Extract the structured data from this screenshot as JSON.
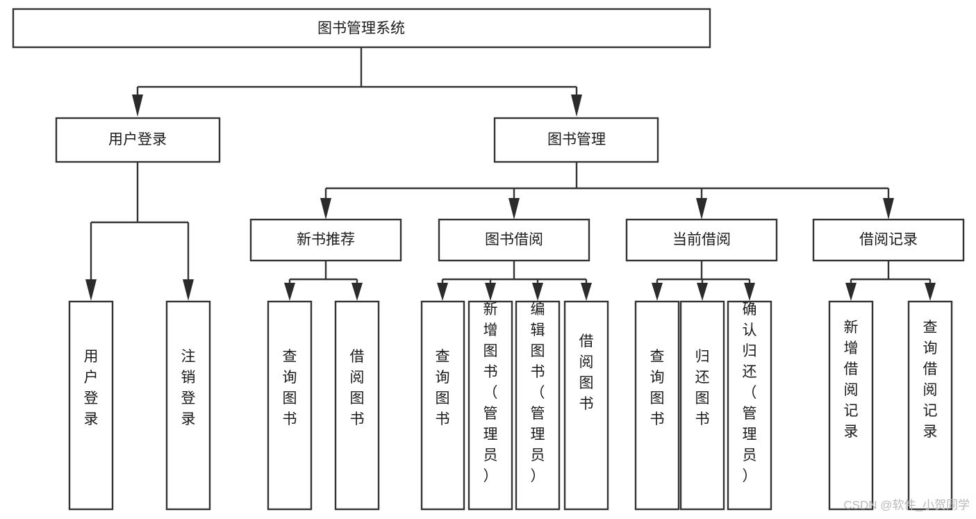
{
  "diagram": {
    "title": "图书管理系统",
    "type": "tree-hierarchy",
    "orientation": "top-down",
    "colors": {
      "box_stroke": "#333333",
      "box_fill": "#ffffff",
      "connector": "#333333",
      "arrow": "#2b2b2b",
      "text": "#1a1a1a",
      "watermark": "#b9b9b9",
      "background": "#ffffff"
    },
    "root": {
      "label": "图书管理系统"
    },
    "level2": [
      {
        "label": "用户登录"
      },
      {
        "label": "图书管理"
      }
    ],
    "level3": [
      {
        "label": "新书推荐"
      },
      {
        "label": "图书借阅"
      },
      {
        "label": "当前借阅"
      },
      {
        "label": "借阅记录"
      }
    ],
    "leaves": {
      "user_login": [
        {
          "label": "用户登录"
        },
        {
          "label": "注销登录"
        }
      ],
      "new_book_recommend": [
        {
          "label": "查询图书"
        },
        {
          "label": "借阅图书"
        }
      ],
      "book_borrow": [
        {
          "label": "查询图书"
        },
        {
          "label": "新增图书（管理员）"
        },
        {
          "label": "编辑图书（管理员）"
        },
        {
          "label": "借阅图书"
        }
      ],
      "current_borrow": [
        {
          "label": "查询图书"
        },
        {
          "label": "归还图书"
        },
        {
          "label": "确认归还（管理员）"
        }
      ],
      "borrow_record": [
        {
          "label": "新增借阅记录"
        },
        {
          "label": "查询借阅记录"
        }
      ]
    }
  },
  "watermark": {
    "text": "CSDN @软件_小贺同学"
  }
}
